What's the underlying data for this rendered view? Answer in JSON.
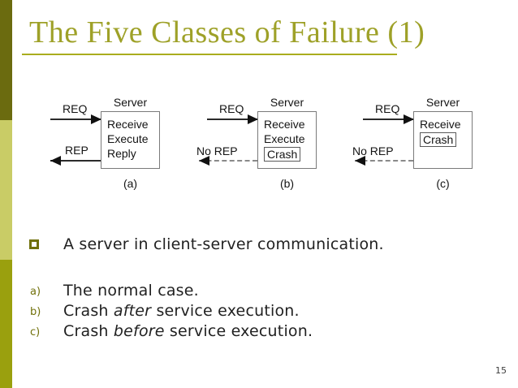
{
  "slide": {
    "title": "The Five Classes of Failure (1)",
    "page_number": "15"
  },
  "colors": {
    "title_olive": "#9EA128",
    "rule_olive": "#A9AD1E",
    "bar_dark": "#6B6B0F",
    "bar_light": "#C9CC66",
    "bar_medium": "#9AA00E",
    "bullet_olive": "#70700A",
    "body_text": "#212121"
  },
  "diagrams": [
    {
      "req_label": "REQ",
      "server_label": "Server",
      "rows": [
        "Receive",
        "Execute",
        "Reply"
      ],
      "rep_label": "REP",
      "rep_style": "solid",
      "caption": "(a)"
    },
    {
      "req_label": "REQ",
      "server_label": "Server",
      "rows": [
        "Receive",
        "Execute"
      ],
      "crash_label": "Crash",
      "rep_label": "No REP",
      "rep_style": "dashed",
      "caption": "(b)"
    },
    {
      "req_label": "REQ",
      "server_label": "Server",
      "rows": [
        "Receive"
      ],
      "crash_label": "Crash",
      "rep_label": "No REP",
      "rep_style": "dashed",
      "caption": "(c)"
    }
  ],
  "bullets": {
    "main": "A server in client-server communication.",
    "items": [
      {
        "marker": "a)",
        "prefix": "The normal case.",
        "italic": "",
        "suffix": ""
      },
      {
        "marker": "b)",
        "prefix": "Crash ",
        "italic": "after",
        "suffix": " service execution."
      },
      {
        "marker": "c)",
        "prefix": "Crash ",
        "italic": "before",
        "suffix": " service execution."
      }
    ]
  }
}
